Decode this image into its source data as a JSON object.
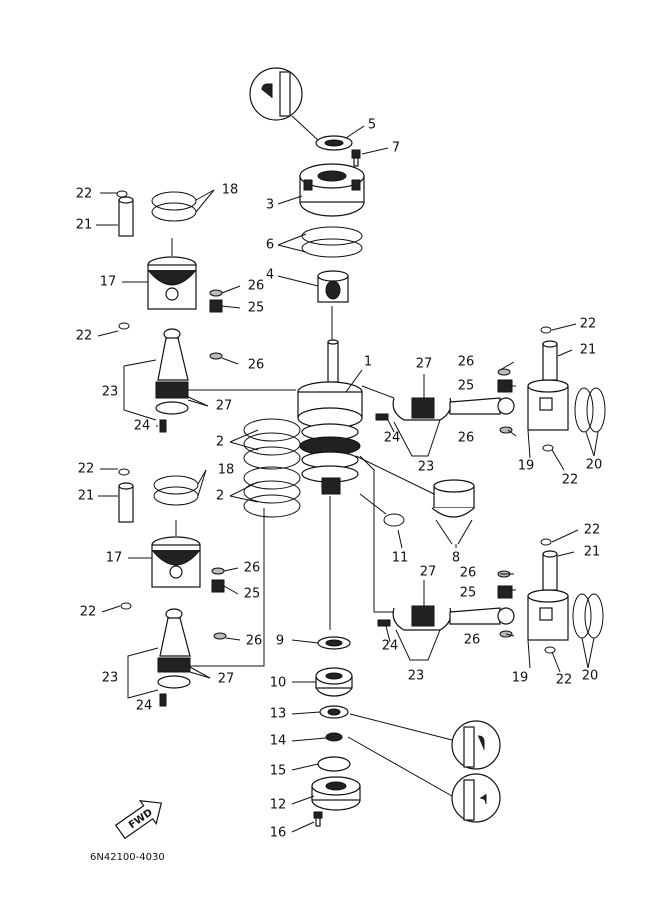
{
  "diagram_code": "6N42100-4030",
  "fwd_label": "FWD",
  "part_numbers": [
    "1",
    "2",
    "3",
    "4",
    "5",
    "6",
    "7",
    "8",
    "9",
    "10",
    "11",
    "12",
    "13",
    "14",
    "15",
    "16",
    "17",
    "18",
    "19",
    "20",
    "21",
    "22",
    "23",
    "24",
    "25",
    "26",
    "27"
  ]
}
